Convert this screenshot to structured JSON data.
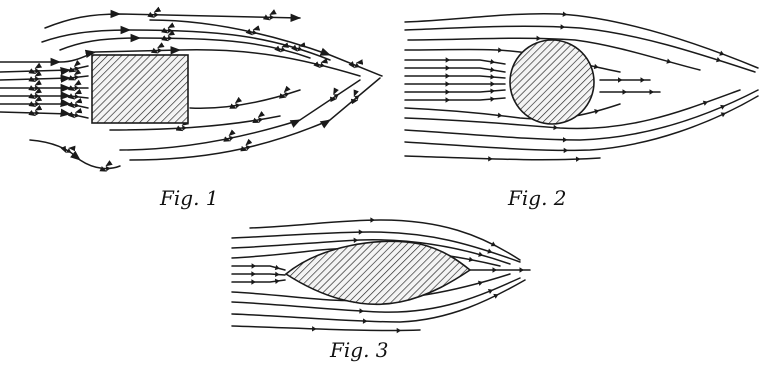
{
  "figures": [
    {
      "caption": "Fig. 1",
      "body": "rectangle"
    },
    {
      "caption": "Fig. 2",
      "body": "circle"
    },
    {
      "caption": "Fig. 3",
      "body": "streamlined-lens"
    }
  ]
}
